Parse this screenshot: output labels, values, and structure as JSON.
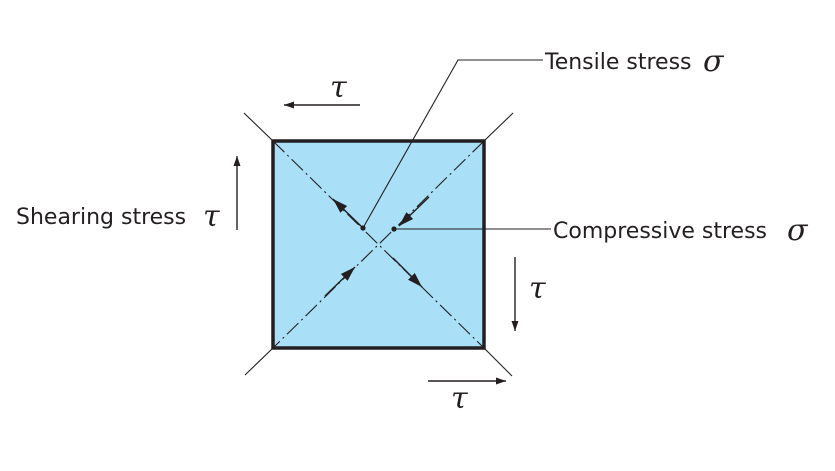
{
  "labels": {
    "tensile": "Tensile stress",
    "compressive": "Compressive stress",
    "shearing": "Shearing stress"
  },
  "symbols": {
    "sigma": "σ",
    "tau": "τ"
  },
  "colors": {
    "element_fill": "#aadff8",
    "stroke": "#231f20"
  }
}
